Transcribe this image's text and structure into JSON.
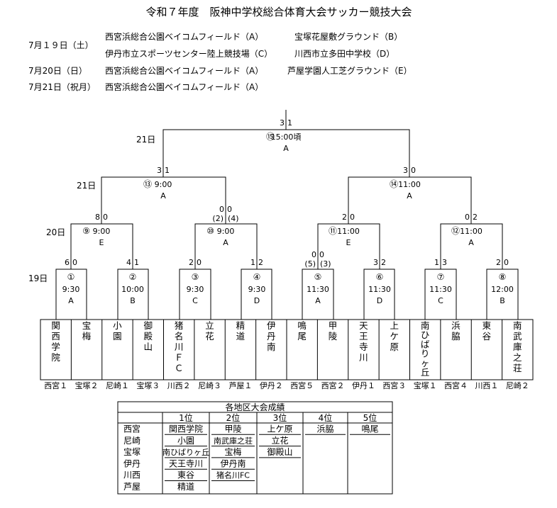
{
  "title": "令和７年度　阪神中学校総合体育大会サッカー競技大会",
  "venues": {
    "d19": "7月１９日（土）",
    "d20": "7月20日（日）",
    "d21": "7月21日（祝月）",
    "r1a": "西宮浜総合公園ベイコムフィールド（A）",
    "r1b": "宝塚花屋敷グラウンド（B）",
    "r2a": "伊丹市立スポーツセンター陸上競技場（C）",
    "r2b": "川西市立多田中学校（D）",
    "r3a": "西宮浜総合公園ベイコムフィールド（A）",
    "r3b": "芦屋学園人工芝グラウンド（E）",
    "r4a": "西宮浜総合公園ベイコムフィールド（A）"
  },
  "rounds": {
    "r21a": "21日",
    "r21b": "21日",
    "r20": "20日",
    "r19": "19日"
  },
  "matches": [
    {
      "no": "①",
      "time": "9:30",
      "venue": "A",
      "sl": "6",
      "sr": "0"
    },
    {
      "no": "②",
      "time": "10:00",
      "venue": "B",
      "sl": "4",
      "sr": "1"
    },
    {
      "no": "③",
      "time": "9:30",
      "venue": "C",
      "sl": "2",
      "sr": "0"
    },
    {
      "no": "④",
      "time": "9:30",
      "venue": "D",
      "sl": "1",
      "sr": "2"
    },
    {
      "no": "⑤",
      "time": "11:30",
      "venue": "A",
      "sl": "0",
      "sr": "0",
      "pl": "(5)",
      "pr": "(3)"
    },
    {
      "no": "⑥",
      "time": "11:30",
      "venue": "D",
      "sl": "3",
      "sr": "2"
    },
    {
      "no": "⑦",
      "time": "11:30",
      "venue": "C",
      "sl": "1",
      "sr": "3"
    },
    {
      "no": "⑧",
      "time": "12:00",
      "venue": "B",
      "sl": "2",
      "sr": "0"
    },
    {
      "no": "⑨",
      "time": "9:00",
      "venue": "E",
      "sl": "8",
      "sr": "0"
    },
    {
      "no": "⑩",
      "time": "9:00",
      "venue": "A",
      "sl": "0",
      "sr": "0",
      "pl": "(2)",
      "pr": "(4)"
    },
    {
      "no": "⑪",
      "time": "11:00",
      "venue": "E",
      "sl": "2",
      "sr": "0"
    },
    {
      "no": "⑫",
      "time": "11:00",
      "venue": "A",
      "sl": "0",
      "sr": "2"
    },
    {
      "no": "⑬",
      "time": "9:00",
      "venue": "A",
      "sl": "3",
      "sr": "1"
    },
    {
      "no": "⑭",
      "time": "11:00",
      "venue": "A",
      "sl": "3",
      "sr": "0"
    },
    {
      "no": "⑮",
      "time": "15:00頃",
      "venue": "A",
      "sl": "3",
      "sr": "1"
    }
  ],
  "teams": [
    {
      "name": "関西学院",
      "seed": "西宮１"
    },
    {
      "name": "宝梅",
      "seed": "宝塚２"
    },
    {
      "name": "小園",
      "seed": "尼崎１"
    },
    {
      "name": "御殿山",
      "seed": "宝塚３"
    },
    {
      "name": "猪名川ＦＣ",
      "seed": "川西２"
    },
    {
      "name": "立花",
      "seed": "尼崎３"
    },
    {
      "name": "精道",
      "seed": "芦屋１"
    },
    {
      "name": "伊丹南",
      "seed": "伊丹２"
    },
    {
      "name": "鳴尾",
      "seed": "西宮５"
    },
    {
      "name": "甲陵",
      "seed": "西宮２"
    },
    {
      "name": "天王寺川",
      "seed": "伊丹１"
    },
    {
      "name": "上ケ原",
      "seed": "西宮３"
    },
    {
      "name": "南ひばりヶ丘",
      "seed": "宝塚１"
    },
    {
      "name": "浜脇",
      "seed": "西宮４"
    },
    {
      "name": "東谷",
      "seed": "川西１"
    },
    {
      "name": "南武庫之荘",
      "seed": "尼崎２"
    }
  ],
  "results": {
    "title": "各地区大会成績",
    "headers": [
      "1位",
      "2位",
      "3位",
      "4位",
      "5位"
    ],
    "rows": [
      {
        "area": "西宮",
        "cells": [
          "関西学院",
          "甲陵",
          "上ケ原",
          "浜脇",
          "鳴尾"
        ]
      },
      {
        "area": "尼崎",
        "cells": [
          "小園",
          "南武庫之荘",
          "立花",
          "",
          ""
        ]
      },
      {
        "area": "宝塚",
        "cells": [
          "南ひばりヶ丘",
          "宝梅",
          "御殿山",
          "",
          ""
        ]
      },
      {
        "area": "伊丹",
        "cells": [
          "天王寺川",
          "伊丹南",
          "",
          "",
          ""
        ]
      },
      {
        "area": "川西",
        "cells": [
          "東谷",
          "猪名川FC",
          "",
          "",
          ""
        ]
      },
      {
        "area": "芦屋",
        "cells": [
          "精道",
          "",
          "",
          "",
          ""
        ]
      }
    ]
  }
}
